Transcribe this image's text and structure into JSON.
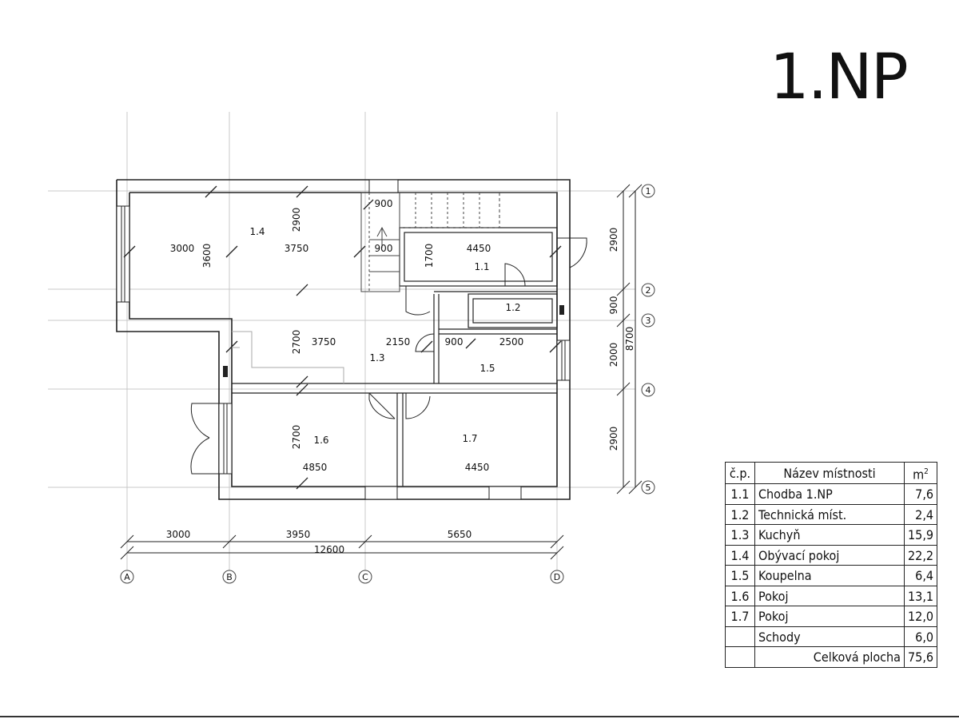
{
  "title": "1.NP",
  "grid_axes": {
    "rows": [
      "1",
      "2",
      "3",
      "4",
      "5"
    ],
    "columns": [
      "A",
      "B",
      "C",
      "D"
    ]
  },
  "rooms": [
    {
      "id": "1.1"
    },
    {
      "id": "1.2"
    },
    {
      "id": "1.3"
    },
    {
      "id": "1.4"
    },
    {
      "id": "1.5"
    },
    {
      "id": "1.6"
    },
    {
      "id": "1.7"
    }
  ],
  "dimensions": {
    "d_3000_top": "3000",
    "d_3600": "3600",
    "d_3750_top": "3750",
    "d_2900_top": "2900",
    "d_900_a": "900",
    "d_900_b": "900",
    "d_1700": "1700",
    "d_4450_top": "4450",
    "d_2700_mid": "2700",
    "d_3750_mid": "3750",
    "d_2150": "2150",
    "d_900_c": "900",
    "d_2500": "2500",
    "d_2700_low": "2700",
    "d_4850": "4850",
    "d_4450_low": "4450",
    "r_2900_a": "2900",
    "r_900": "900",
    "r_2000": "2000",
    "r_8700": "8700",
    "r_2900_b": "2900",
    "b_3000": "3000",
    "b_3950": "3950",
    "b_5650": "5650",
    "b_12600": "12600"
  },
  "legend": {
    "headers": [
      "č.p.",
      "Název místnosti",
      "m"
    ],
    "header_sup": "2",
    "rows": [
      {
        "no": "1.1",
        "name": "Chodba 1.NP",
        "area": "7,6"
      },
      {
        "no": "1.2",
        "name": "Technická míst.",
        "area": "2,4"
      },
      {
        "no": "1.3",
        "name": "Kuchyň",
        "area": "15,9"
      },
      {
        "no": "1.4",
        "name": "Obývací pokoj",
        "area": "22,2"
      },
      {
        "no": "1.5",
        "name": "Koupelna",
        "area": "6,4"
      },
      {
        "no": "1.6",
        "name": "Pokoj",
        "area": "13,1"
      },
      {
        "no": "1.7",
        "name": "Pokoj",
        "area": "12,0"
      },
      {
        "no": "",
        "name": "Schody",
        "area": "6,0"
      }
    ],
    "total_label": "Celková plocha",
    "total_value": "75,6"
  }
}
